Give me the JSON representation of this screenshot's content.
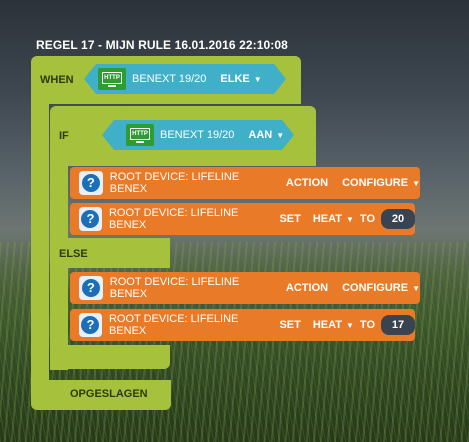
{
  "title": "REGEL 17 - MIJN RULE 16.01.2016 22:10:08",
  "when": {
    "label": "WHEN",
    "device": "BENEXT 19/20",
    "http_text": "HTTP",
    "option": "ELKE"
  },
  "if_block": {
    "label": "IF",
    "device": "BENEXT 19/20",
    "http_text": "HTTP",
    "option": "AAN"
  },
  "then_actions": [
    {
      "device": "ROOT DEVICE: LIFELINE BENEX",
      "keyword": "ACTION",
      "value": "CONFIGURE"
    },
    {
      "device": "ROOT DEVICE: LIFELINE BENEX",
      "keyword": "SET",
      "field": "HEAT",
      "to": "TO",
      "number": "20"
    }
  ],
  "else_label": "ELSE",
  "else_actions": [
    {
      "device": "ROOT DEVICE: LIFELINE BENEX",
      "keyword": "ACTION",
      "value": "CONFIGURE"
    },
    {
      "device": "ROOT DEVICE: LIFELINE BENEX",
      "keyword": "SET",
      "field": "HEAT",
      "to": "TO",
      "number": "17"
    }
  ],
  "footer": "OPGESLAGEN",
  "colors": {
    "block_green": "#a6c13c",
    "event_cyan": "#3fb0c8",
    "action_orange": "#e97b28",
    "http_green": "#2e9c35"
  },
  "icons": {
    "help": "?",
    "dropdown": "▼"
  }
}
